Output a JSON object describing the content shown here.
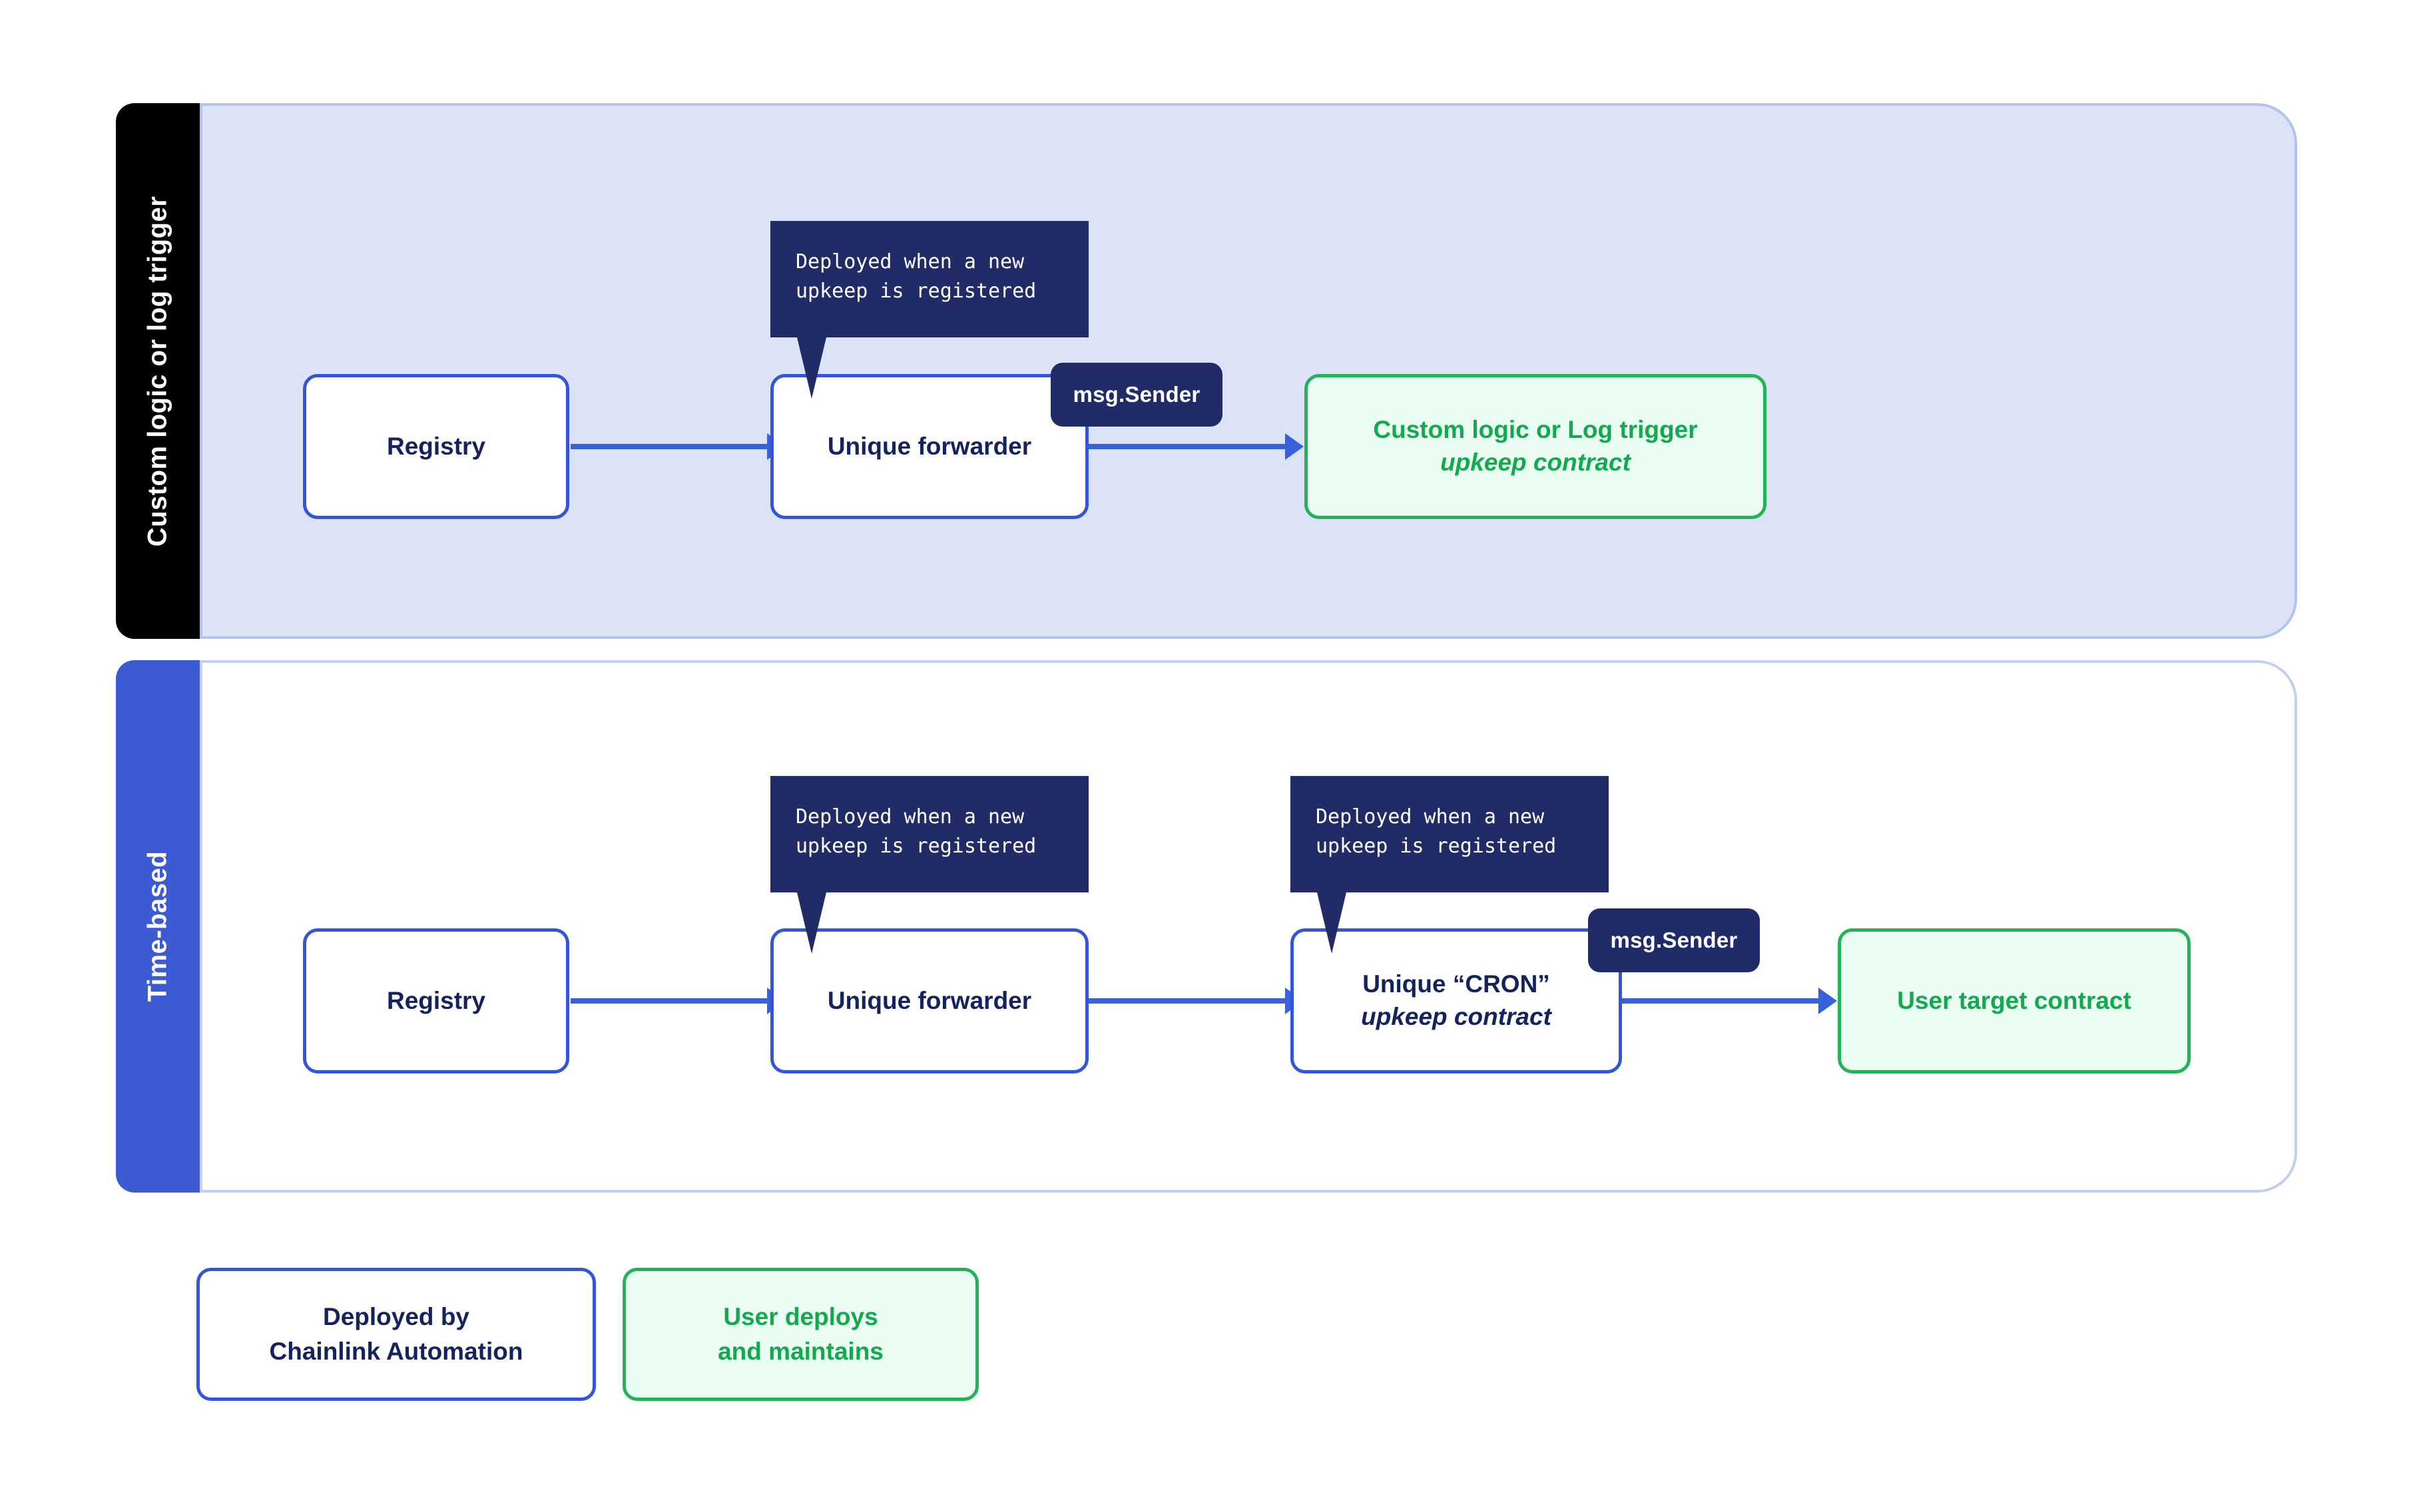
{
  "diagram": {
    "bands": [
      {
        "id": "custom-logic-log-trigger",
        "tab_label": "Custom logic or log trigger",
        "tab_color": "#000000",
        "body_fill": "#dce3f7",
        "body_border": "#b2c3ef"
      },
      {
        "id": "time-based",
        "tab_label": "Time-based",
        "tab_color": "#3c5bd2",
        "body_fill": "#ffffff",
        "body_border": "#c2cff2"
      }
    ],
    "row1": {
      "registry": {
        "label": "Registry"
      },
      "forwarder": {
        "label": "Unique forwarder"
      },
      "upkeep": {
        "line1": "Custom logic or Log trigger",
        "line2": "upkeep contract"
      },
      "callout": {
        "line1": "Deployed when a new",
        "line2": "upkeep is registered"
      },
      "badge": {
        "label": "msg.Sender"
      }
    },
    "row2": {
      "registry": {
        "label": "Registry"
      },
      "forwarder": {
        "label": "Unique forwarder"
      },
      "cron": {
        "line1": "Unique “CRON”",
        "line2": "upkeep contract"
      },
      "target": {
        "label": "User target contract"
      },
      "callout_forwarder": {
        "line1": "Deployed when a new",
        "line2": "upkeep is registered"
      },
      "callout_cron": {
        "line1": "Deployed when a new",
        "line2": "upkeep is registered"
      },
      "badge": {
        "label": "msg.Sender"
      }
    },
    "legend": {
      "deployed_by": {
        "line1": "Deployed by",
        "line2": "Chainlink Automation"
      },
      "user_deploys": {
        "line1": "User deploys",
        "line2": "and maintains"
      }
    },
    "colors": {
      "blue_border": "#3355d8",
      "arrow_blue": "#3a62d8",
      "navy_text": "#14235e",
      "navy_fill": "#212b68",
      "green_border": "#22b358",
      "green_text": "#13a94e",
      "green_fill": "#e9fdf2",
      "band_blue_fill": "#dce3f7",
      "tab_blue": "#3c5bd2",
      "tab_black": "#000000"
    }
  }
}
